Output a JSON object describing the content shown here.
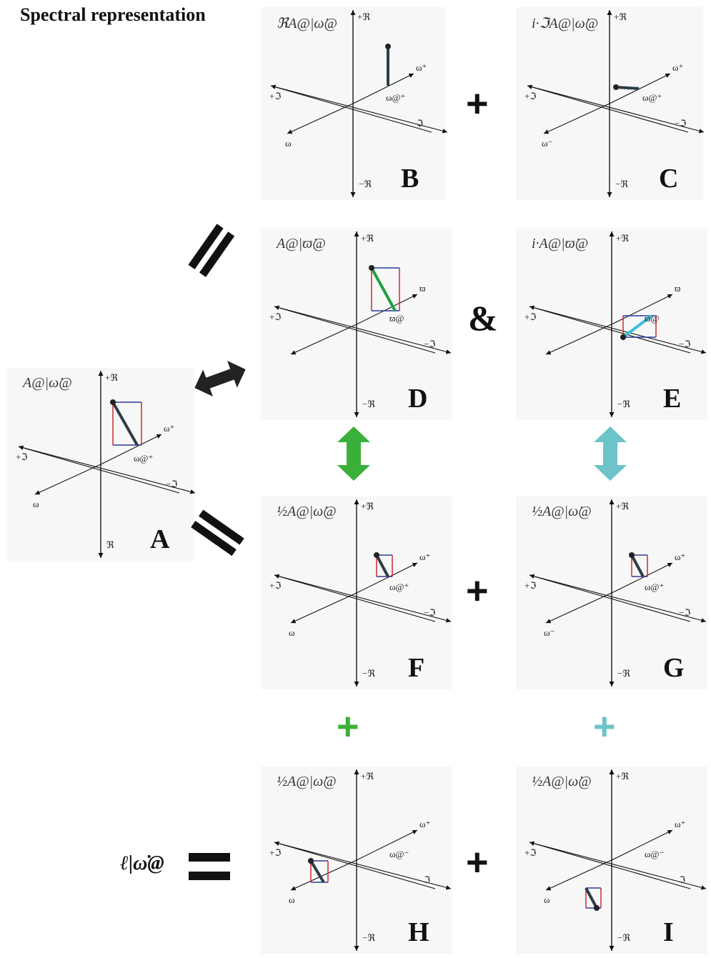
{
  "title": "Spectral representation",
  "panels": {
    "A": {
      "label": "A",
      "expr": "A@|ω̇@",
      "ax_up": "+ℜ",
      "ax_down": "ℜ",
      "ax_left": "+ℑ",
      "ax_right": "−ℑ",
      "ax_omega": "ω",
      "ax_omega2": "ω⁺",
      "ax_w": "ω@⁺"
    },
    "B": {
      "label": "B",
      "expr": "ℜA@|ω̇@",
      "ax_up": "+ℜ",
      "ax_down": "−ℜ",
      "ax_left": "+ℑ",
      "ax_right": "ℑ",
      "ax_omega": "ω",
      "ax_omega2": "ω⁺",
      "ax_w": "ω@⁺"
    },
    "C": {
      "label": "C",
      "expr": "i·ℑA@|ω̇@",
      "ax_up": "+ℜ",
      "ax_down": "−ℜ",
      "ax_left": "+ℑ",
      "ax_right": "−ℑ",
      "ax_omega": "ω⁻",
      "ax_omega2": "ω⁺",
      "ax_w": "ω@⁺"
    },
    "D": {
      "label": "D",
      "expr": "A@|ϖ̇@",
      "ax_up": "+ℜ",
      "ax_down": "−ℜ",
      "ax_left": "+ℑ",
      "ax_right": "−ℑ",
      "ax_omega": "",
      "ax_omega2": "ϖ",
      "ax_w": "ϖ@"
    },
    "E": {
      "label": "E",
      "expr": "i·A@|ϖ̇@",
      "ax_up": "+ℜ",
      "ax_down": "−ℜ",
      "ax_left": "+ℑ",
      "ax_right": "−ℑ",
      "ax_omega": "",
      "ax_omega2": "ϖ",
      "ax_w": "ϖ@"
    },
    "F": {
      "label": "F",
      "expr": "½A@|ω̇@",
      "ax_up": "+ℜ",
      "ax_down": "−ℜ",
      "ax_left": "+ℑ",
      "ax_right": "−ℑ",
      "ax_omega": "ω",
      "ax_omega2": "ω⁺",
      "ax_w": "ω@⁺"
    },
    "G": {
      "label": "G",
      "expr": "½A@|ω̇@",
      "ax_up": "+ℜ",
      "ax_down": "−ℜ",
      "ax_left": "+ℑ",
      "ax_right": "−ℑ",
      "ax_omega": "ω⁻",
      "ax_omega2": "ω⁺",
      "ax_w": "ω@⁺"
    },
    "H": {
      "label": "H",
      "expr": "½A@|ω̇@",
      "ax_up": "+ℜ",
      "ax_down": "−ℜ",
      "ax_left": "+ℑ",
      "ax_right": "ℑ",
      "ax_omega": "ω",
      "ax_omega2": "ω⁺",
      "ax_w": "ω@⁻"
    },
    "I": {
      "label": "I",
      "expr": "½A@|ω̇@",
      "ax_up": "+ℜ",
      "ax_down": "−ℜ",
      "ax_left": "+ℑ",
      "ax_right": "ℑ",
      "ax_omega": "ω",
      "ax_omega2": "ω⁺",
      "ax_w": "ω@⁻"
    }
  },
  "operators": {
    "plus_bc": "+",
    "amp_de": "&",
    "plus_fg": "+",
    "plus_green": "+",
    "plus_cyan": "+",
    "plus_hi": "+",
    "equals": "="
  },
  "lhs_expr": "ℓ|ω̇@",
  "colors": {
    "green": "#3ab03a",
    "cyan": "#6cc4c8",
    "phasor": "#2c3e46",
    "red": "#d0282e",
    "blue": "#2a3a9a",
    "green_line": "#20a040",
    "cyan_line": "#3ac0d8"
  }
}
